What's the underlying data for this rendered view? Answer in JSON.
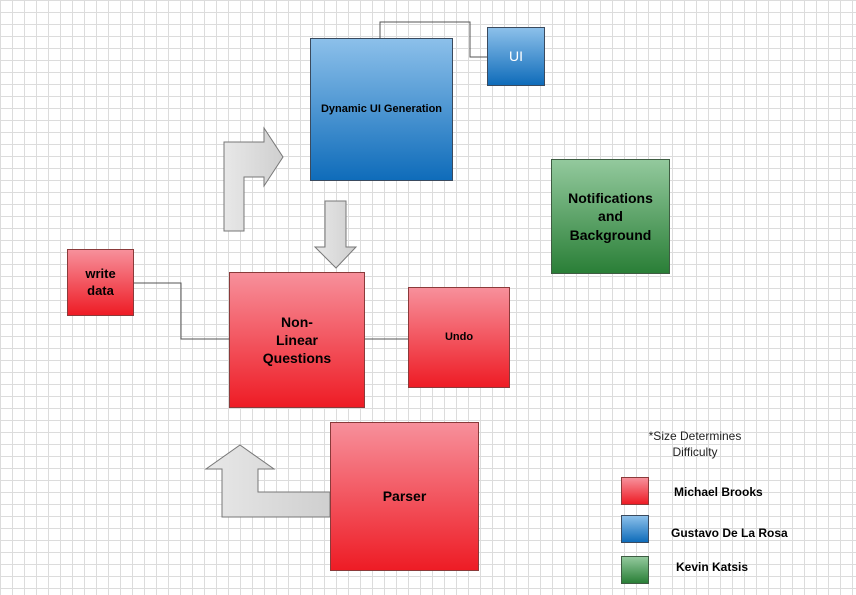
{
  "nodes": {
    "dynamic_ui": "Dynamic UI Generation",
    "ui": "UI",
    "notifications": "Notifications\nand\nBackground",
    "write_data": "write\ndata",
    "non_linear": "Non-\nLinear\nQuestions",
    "undo": "Undo",
    "parser": "Parser"
  },
  "legend": {
    "note": "*Size Determines\nDifficulty",
    "items": [
      {
        "name": "Michael Brooks",
        "color": "#ee1c25"
      },
      {
        "name": "Gustavo De La Rosa",
        "color": "#0f6cba"
      },
      {
        "name": "Kevin Katsis",
        "color": "#2a7f37"
      }
    ]
  }
}
